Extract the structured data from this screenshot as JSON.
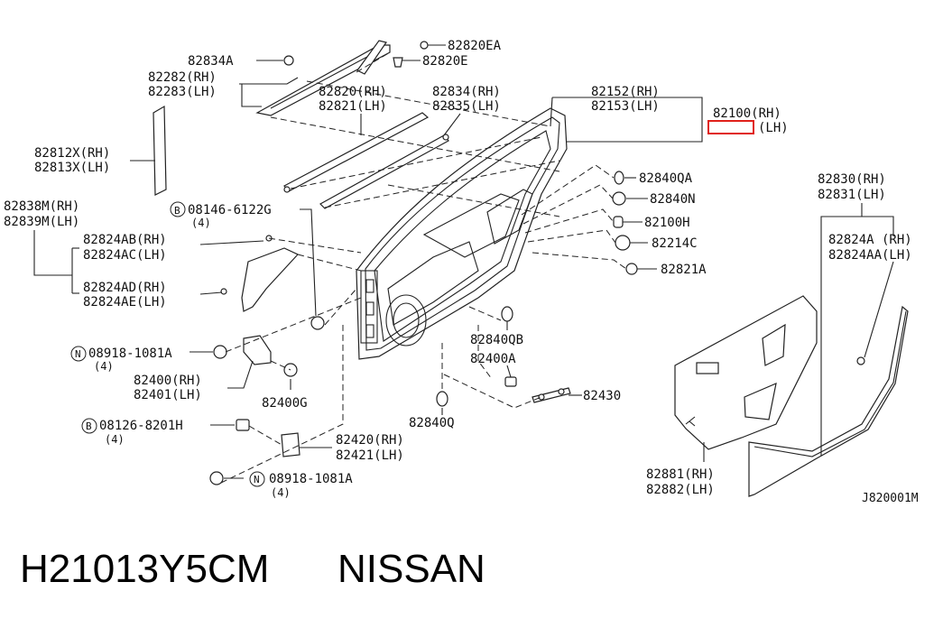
{
  "diagram_code": "J820001M",
  "footer": {
    "part_number": "H21013Y5CM",
    "brand": "NISSAN"
  },
  "highlight_color": "#e0201a",
  "labels": {
    "l82834A": "82834A",
    "l82820EA": "82820EA",
    "l82820E": "82820E",
    "l82282": "82282(RH)",
    "l82283": "82283(LH)",
    "l82820": "82820(RH)",
    "l82821": "82821(LH)",
    "l82834": "82834(RH)",
    "l82835": "82835(LH)",
    "l82152": "82152(RH)",
    "l82153": "82153(LH)",
    "l82100": "82100(RH)",
    "l82101_suffix": "(LH)",
    "l82812X": "82812X(RH)",
    "l82813X": "82813X(LH)",
    "l82838M": "82838M(RH)",
    "l82839M": "82839M(LH)",
    "l08146_marker": "B",
    "l08146": "08146-6122G",
    "l08146_qty": "(4)",
    "l82824AB": "82824AB(RH)",
    "l82824AC": "82824AC(LH)",
    "l82824AD": "82824AD(RH)",
    "l82824AE": "82824AE(LH)",
    "l82840QA": "82840QA",
    "l82840N": "82840N",
    "l82100H": "82100H",
    "l82214C": "82214C",
    "l82821A": "82821A",
    "l82830": "82830(RH)",
    "l82831": "82831(LH)",
    "l82824A": "82824A (RH)",
    "l82824AA": "82824AA(LH)",
    "l08918a_marker": "N",
    "l08918a": "08918-1081A",
    "l08918a_qty": "(4)",
    "l82400": "82400(RH)",
    "l82401": "82401(LH)",
    "l82400G": "82400G",
    "l82840QB": "82840QB",
    "l82400A": "82400A",
    "l82430": "82430",
    "l82840Q": "82840Q",
    "l08126_marker": "B",
    "l08126": "08126-8201H",
    "l08126_qty": "(4)",
    "l82420": "82420(RH)",
    "l82421": "82421(LH)",
    "l08918b_marker": "N",
    "l08918b": "08918-1081A",
    "l08918b_qty": "(4)",
    "l82881": "82881(RH)",
    "l82882": "82882(LH)"
  }
}
